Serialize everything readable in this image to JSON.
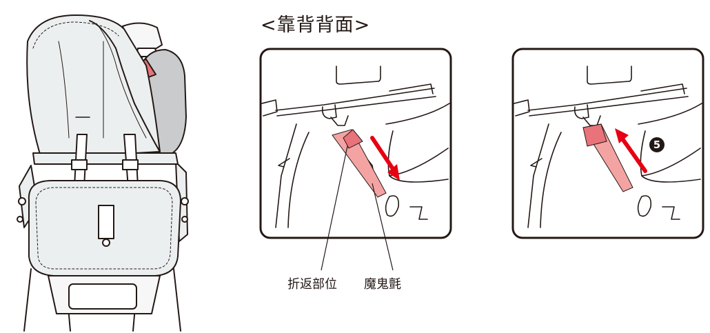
{
  "title": "<靠背背面>",
  "callouts": {
    "fold": "折返部位",
    "velcro": "魔鬼氈"
  },
  "step_marker": "5",
  "colors": {
    "outline": "#231815",
    "seat_fill": "#ecefef",
    "seat_shadow": "#c9cbcc",
    "strap": "#f4a3a3",
    "strap_dark": "#e8737a",
    "arrow": "#e60012"
  },
  "icons": {
    "pull_down": "arrow-down-right-icon",
    "pull_up": "arrow-up-left-icon"
  }
}
